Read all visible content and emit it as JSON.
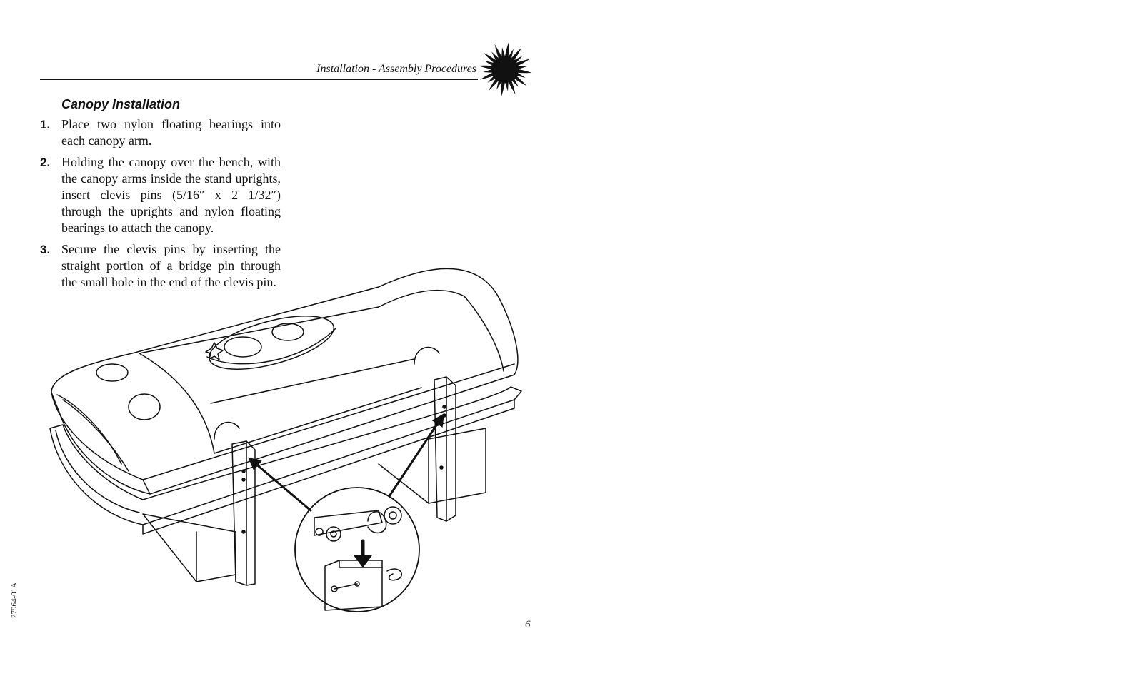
{
  "header": {
    "title": "Installation - Assembly Procedures",
    "logo_icon": "sun-icon"
  },
  "section": {
    "title": "Canopy Installation",
    "steps": [
      {
        "number": "1.",
        "text": "Place two nylon floating bearings into each canopy arm."
      },
      {
        "number": "2.",
        "text": "Holding the canopy over the bench, with the canopy arms inside the stand uprights, insert clevis pins (5/16″ x 2 1/32″) through the uprights and nylon floating bearings to attach the canopy."
      },
      {
        "number": "3.",
        "text": "Secure the clevis pins by inserting the straight portion of a bridge pin through the small hole in the end of the clevis pin."
      }
    ]
  },
  "footer": {
    "doc_code": "27964-01A",
    "page_number": "6"
  }
}
